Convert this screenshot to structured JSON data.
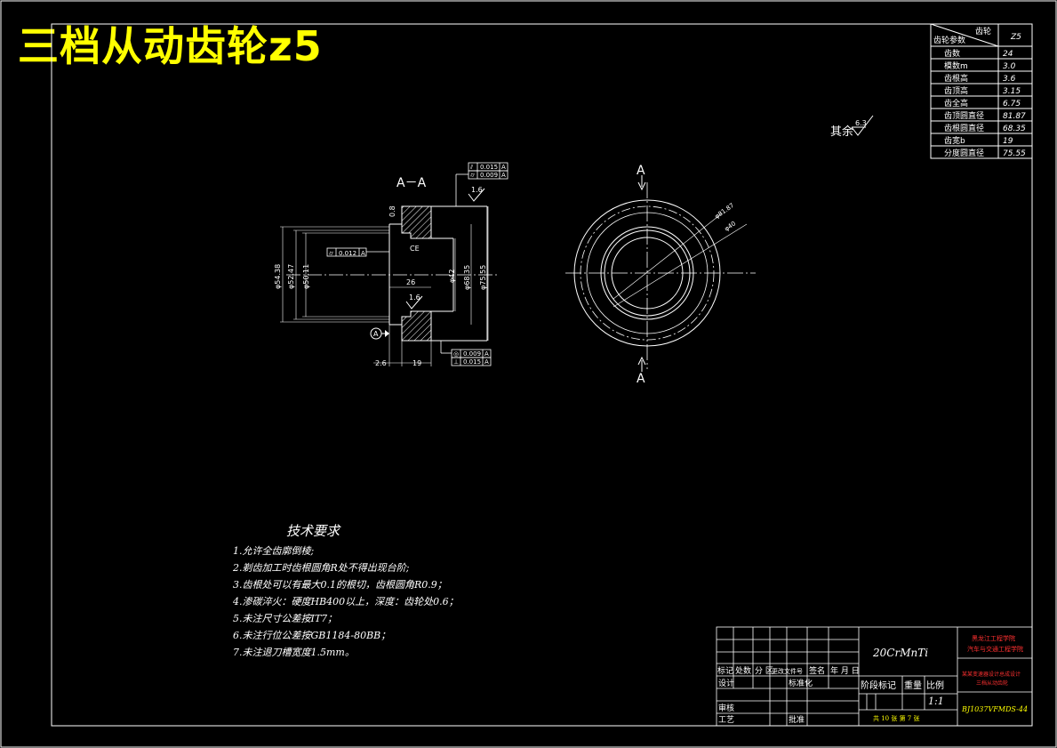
{
  "title": "三档从动齿轮z5",
  "params": {
    "header_left": "齿轮参数",
    "header_gear": "齿轮",
    "header_value": "Z5",
    "rows": [
      {
        "label": "齿数",
        "value": "24"
      },
      {
        "label": "模数m",
        "value": "3.0"
      },
      {
        "label": "齿根高",
        "value": "3.6"
      },
      {
        "label": "齿顶高",
        "value": "3.15"
      },
      {
        "label": "齿全高",
        "value": "6.75"
      },
      {
        "label": "齿顶圆直径",
        "value": "81.87"
      },
      {
        "label": "齿根圆直径",
        "value": "68.35"
      },
      {
        "label": "齿宽b",
        "value": "19"
      },
      {
        "label": "分度圆直径",
        "value": "75.55"
      }
    ]
  },
  "rest_finish": "其余",
  "rest_finish_value": "6.3",
  "section": {
    "label": "A－A",
    "dims": {
      "d1": "φ54.38",
      "d2": "φ52.47",
      "d3": "φ50.11",
      "d4": "φ42",
      "d5": "φ68.35",
      "d6": "φ75.55",
      "w26": "26",
      "w19": "19",
      "w26b": "2.6",
      "ce": "CE",
      "r08": "0.8",
      "rough1": "1.6",
      "rough2": "1.6"
    },
    "tol_top": [
      {
        "sym": "⫽",
        "val": "0.015",
        "ref": "A"
      },
      {
        "sym": "⌭",
        "val": "0.009",
        "ref": "A"
      }
    ],
    "tol_mid": {
      "sym": "⌭",
      "val": "0.012",
      "ref": "A"
    },
    "tol_bottom": [
      {
        "sym": "◎",
        "val": "0.009",
        "ref": "A"
      },
      {
        "sym": "⊥",
        "val": "0.015",
        "ref": "A"
      }
    ],
    "datum": "A"
  },
  "front_view": {
    "label_top": "A",
    "label_bottom": "A",
    "dim1": "φ81.87",
    "dim2": "φ40"
  },
  "tech": {
    "heading": "技术要求",
    "lines": [
      "1.允许全齿廓倒棱;",
      "2.剃齿加工时齿根圆角R处不得出现台阶;",
      "3.齿根处可以有最大0.1的根切，齿根圆角R0.9；",
      "4.渗碳淬火：硬度HB400以上，深度：齿轮处0.6；",
      "5.未注尺寸公差按IT7；",
      "6.未注行位公差按GB1184-80BB；",
      "7.未注退刀槽宽度1.5mm。"
    ]
  },
  "title_block": {
    "material": "20CrMnTi",
    "school1": "黑龙江工程学院",
    "school2": "汽车与交通工程学院",
    "drawing_name1": "某某变速器设计总成设计",
    "drawing_name2": "三档从动齿轮",
    "marks": [
      "标记",
      "处数",
      "分 区",
      "更改文件号",
      "签名",
      "年 月 日"
    ],
    "rows": [
      "设计",
      "审核",
      "工艺"
    ],
    "std": "标准化",
    "approve": "批准",
    "stage": "阶段标记",
    "weight": "重量",
    "scale": "比例",
    "scale_val": "1:1",
    "sheets": "共 10 张  第 7 张",
    "code": "BJ1037VFMDS-44"
  }
}
